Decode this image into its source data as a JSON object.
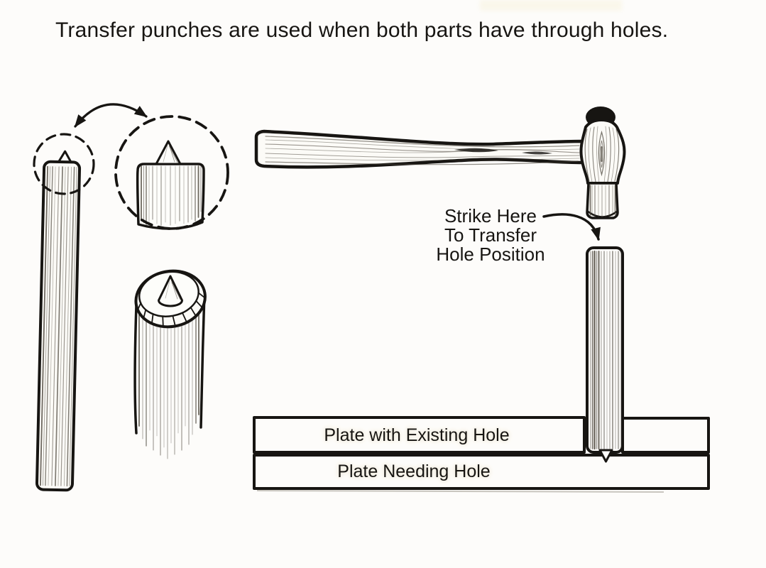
{
  "caption": "Transfer punches are used when both parts have through holes.",
  "annotations": {
    "strike_here": "Strike Here",
    "to_transfer": "To Transfer",
    "hole_position": "Hole Position"
  },
  "plates": {
    "top_plate_label": "Plate with Existing Hole",
    "bottom_plate_label": "Plate Needing Hole"
  },
  "figures": {
    "left_punch": "transfer-punch-side-view",
    "tip_detail_small": "punch-tip-detail-circle",
    "tip_detail_magnified": "punch-tip-magnified-circle",
    "magnifier_arrow": "magnification-arrow",
    "punch_3d": "transfer-punch-3d-view",
    "hammer": "ball-peen-hammer",
    "working_punch": "transfer-punch-in-existing-hole",
    "strike_arrow": "strike-here-arrow"
  },
  "colors": {
    "ink": "#171512",
    "paper": "#fdfcfa",
    "plate-fill": "#f1ecdd",
    "grain": "#4a443a"
  }
}
